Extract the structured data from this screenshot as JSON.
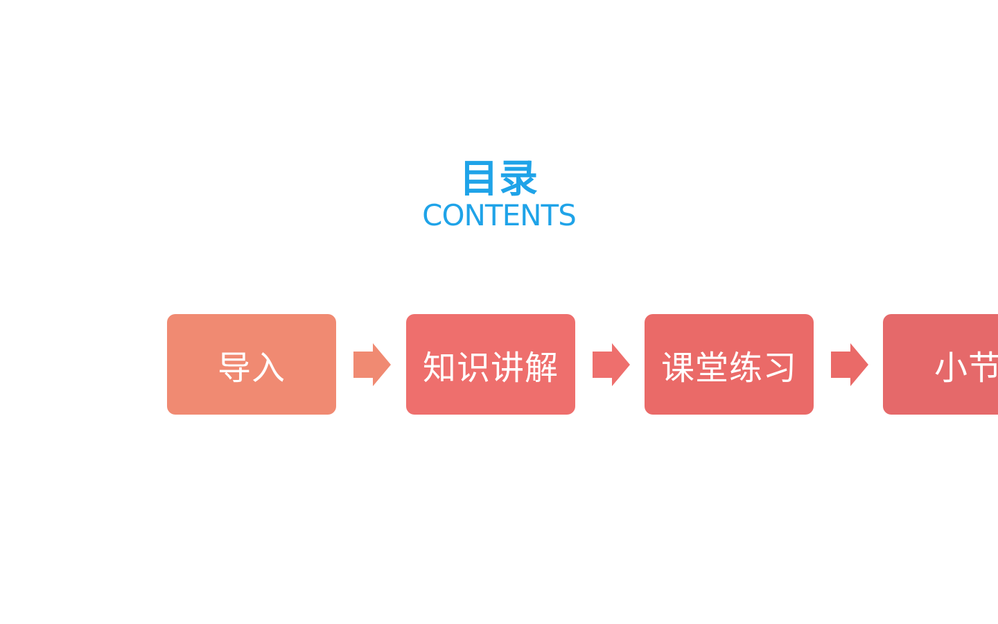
{
  "title": {
    "cn": "目录",
    "en": "CONTENTS",
    "color": "#1fa3e8"
  },
  "steps": [
    {
      "label": "导入",
      "color": "#f08a72"
    },
    {
      "label": "知识讲解",
      "color": "#ee6f6d"
    },
    {
      "label": "课堂练习",
      "color": "#ea6a68"
    },
    {
      "label": "小节",
      "color": "#e5696a"
    }
  ],
  "arrows": [
    {
      "icon": "arrow-right-icon",
      "color": "#f08a72"
    },
    {
      "icon": "arrow-right-icon",
      "color": "#ee6f6d"
    },
    {
      "icon": "arrow-right-icon",
      "color": "#ea6a68"
    }
  ]
}
